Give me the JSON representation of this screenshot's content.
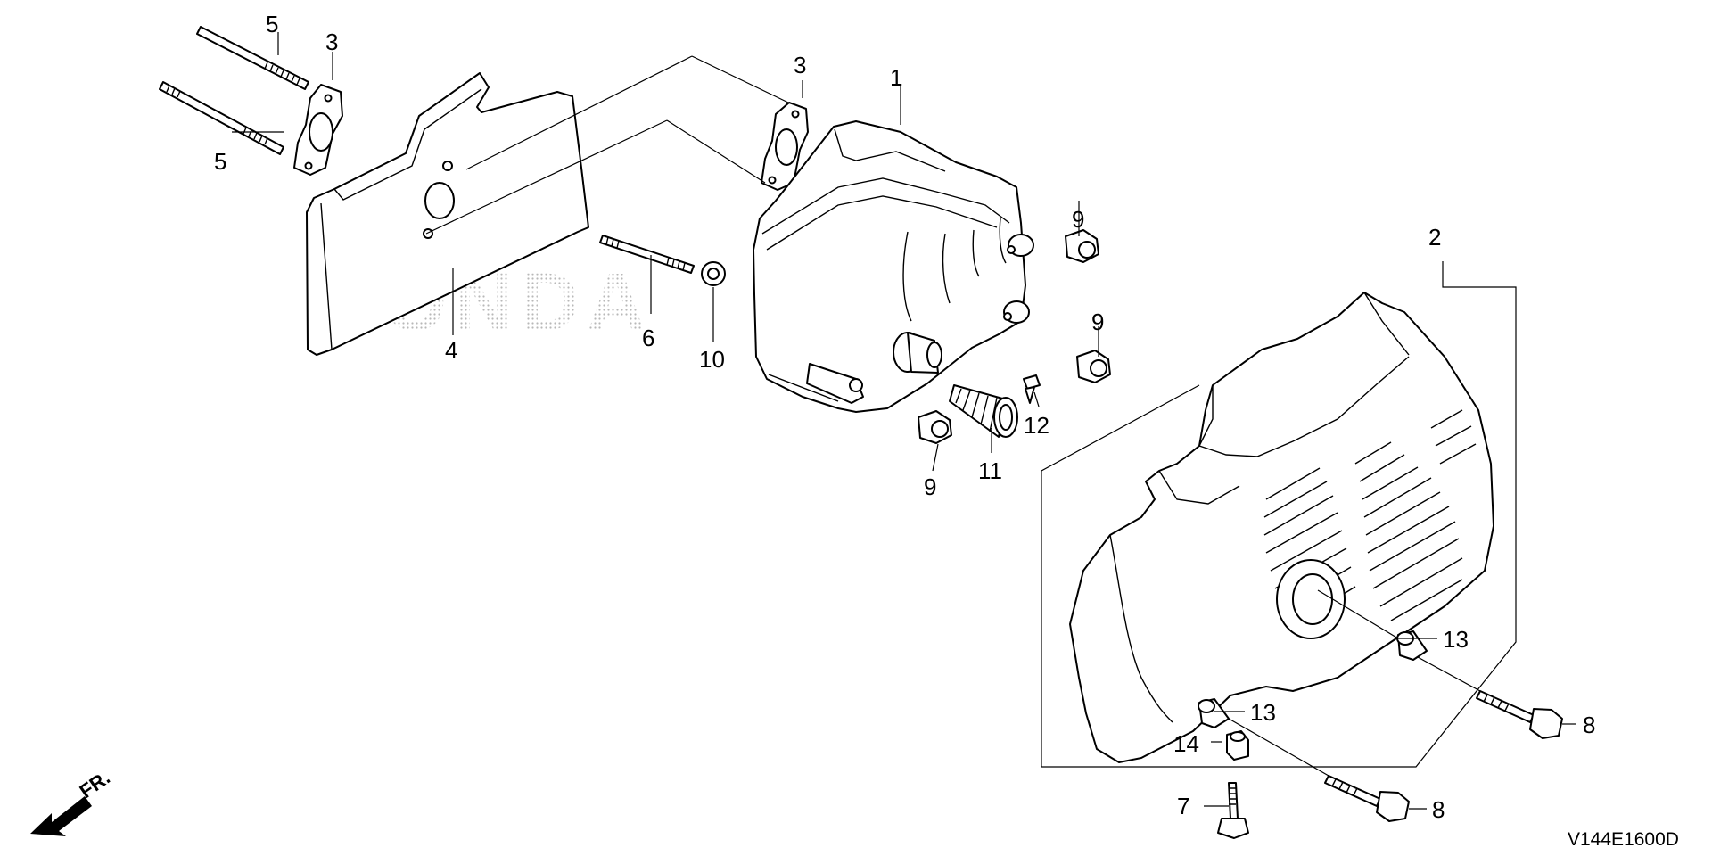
{
  "diagram": {
    "watermark": "HONDA",
    "diagram_code": "V144E1600D",
    "direction_label": "FR.",
    "callouts": [
      {
        "id": "c1",
        "label": "1"
      },
      {
        "id": "c2",
        "label": "2"
      },
      {
        "id": "c3a",
        "label": "3"
      },
      {
        "id": "c3b",
        "label": "3"
      },
      {
        "id": "c4",
        "label": "4"
      },
      {
        "id": "c5a",
        "label": "5"
      },
      {
        "id": "c5b",
        "label": "5"
      },
      {
        "id": "c6",
        "label": "6"
      },
      {
        "id": "c7",
        "label": "7"
      },
      {
        "id": "c8a",
        "label": "8"
      },
      {
        "id": "c8b",
        "label": "8"
      },
      {
        "id": "c9a",
        "label": "9"
      },
      {
        "id": "c9b",
        "label": "9"
      },
      {
        "id": "c9c",
        "label": "9"
      },
      {
        "id": "c10",
        "label": "10"
      },
      {
        "id": "c11",
        "label": "11"
      },
      {
        "id": "c12",
        "label": "12"
      },
      {
        "id": "c13a",
        "label": "13"
      },
      {
        "id": "c13b",
        "label": "13"
      },
      {
        "id": "c14",
        "label": "14"
      }
    ]
  }
}
